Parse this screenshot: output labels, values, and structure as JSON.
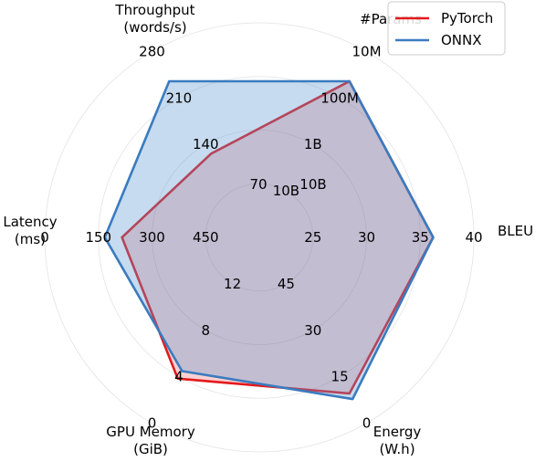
{
  "chart_data": {
    "type": "radar",
    "grid": true,
    "legend_position": "top-right",
    "axes": [
      {
        "key": "throughput",
        "label_lines": [
          "Throughput",
          "(words/s)"
        ],
        "range": [
          0,
          280
        ],
        "ticks": [
          "140",
          "210",
          "280"
        ]
      },
      {
        "key": "params",
        "label_lines": [
          "#Params"
        ],
        "scale": "log",
        "ticks": [
          "10B",
          "1B",
          "100M",
          "10M"
        ]
      },
      {
        "key": "bleu",
        "label_lines": [
          "BLEU"
        ],
        "range": [
          20,
          40
        ],
        "ticks": [
          "25",
          "30",
          "35",
          "40"
        ]
      },
      {
        "key": "energy",
        "label_lines": [
          "Energy",
          "(W.h)"
        ],
        "range": [
          60,
          0
        ],
        "ticks": [
          "45",
          "30",
          "15",
          "0"
        ]
      },
      {
        "key": "gpu_memory",
        "label_lines": [
          "GPU Memory",
          "(GiB)"
        ],
        "range": [
          16,
          0
        ],
        "ticks": [
          "12",
          "8",
          "4",
          "0"
        ]
      },
      {
        "key": "latency",
        "label_lines": [
          "Latency",
          "(ms)"
        ],
        "range": [
          600,
          0
        ],
        "ticks": [
          "450",
          "300",
          "150",
          "0"
        ]
      }
    ],
    "center_ticks": [
      "70",
      "10B"
    ],
    "series": [
      {
        "name": "PyTorch",
        "color": "#e31a1c",
        "fill_color": "#e31a1c",
        "fill_opacity": 0.2,
        "radius_fraction": [
          0.45,
          0.84,
          0.81,
          0.84,
          0.76,
          0.64
        ]
      },
      {
        "name": "ONNX",
        "color": "#3a7bbf",
        "fill_color": "#5b98d0",
        "fill_opacity": 0.35,
        "radius_fraction": [
          0.84,
          0.84,
          0.81,
          0.87,
          0.72,
          0.72
        ]
      }
    ]
  }
}
